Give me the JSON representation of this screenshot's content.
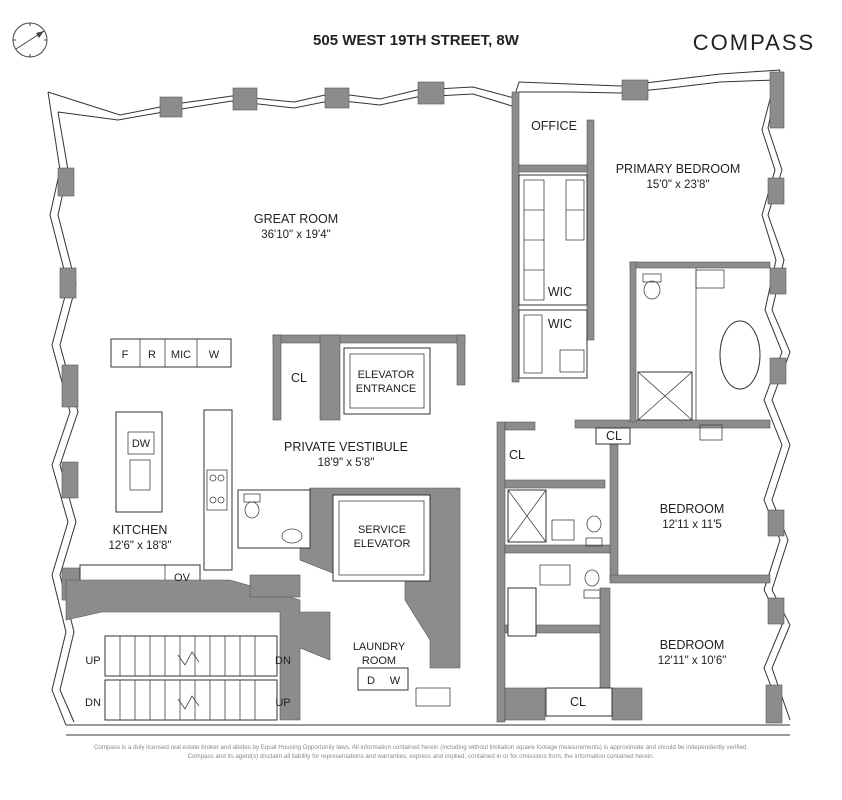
{
  "header": {
    "address": "505 WEST 19TH STREET, 8W",
    "brand": "COMPASS"
  },
  "rooms": {
    "great_room": {
      "name": "GREAT ROOM",
      "dim": "36'10\" x 19'4\""
    },
    "office": {
      "name": "OFFICE"
    },
    "primary_bedroom": {
      "name": "PRIMARY BEDROOM",
      "dim": "15'0\" x 23'8\""
    },
    "wic_1": {
      "name": "WIC"
    },
    "wic_2": {
      "name": "WIC"
    },
    "cl_vestibule": {
      "name": "CL"
    },
    "elevator_entrance": {
      "line1": "ELEVATOR",
      "line2": "ENTRANCE"
    },
    "private_vestibule": {
      "name": "PRIVATE VESTIBULE",
      "dim": "18'9\" x 5'8\""
    },
    "cl_primary": {
      "name": "CL"
    },
    "cl_hall": {
      "name": "CL"
    },
    "bedroom_1": {
      "name": "BEDROOM",
      "dim": "12'11 x 11'5"
    },
    "bedroom_2": {
      "name": "BEDROOM",
      "dim": "12'11\" x 10'6\""
    },
    "kitchen": {
      "name": "KITCHEN",
      "dim": "12'6\" x 18'8\""
    },
    "service_elevator": {
      "line1": "SERVICE",
      "line2": "ELEVATOR"
    },
    "laundry_room": {
      "line1": "LAUNDRY",
      "line2": "ROOM"
    },
    "cl_bottom": {
      "name": "CL"
    }
  },
  "appliances": {
    "fridge": "F",
    "range": "R",
    "microwave": "MIC",
    "wine": "W",
    "dishwasher": "DW",
    "oven": "OV",
    "dryer": "D",
    "washer": "W"
  },
  "stairs": {
    "up_left": "UP",
    "dn_right": "DN",
    "dn_left": "DN",
    "up_right": "UP"
  },
  "disclaimer": {
    "line1": "Compass is a duly licensed real estate broker and abides by Equal Housing Opportunity laws. All information contained herein (including without limitation square footage measurements) is approximate and should be independently verified.",
    "line2": "Compass and its agent(s) disclaim all liability for representations and warranties, express and implied, contained in or for omissions from, the information contained herein."
  }
}
